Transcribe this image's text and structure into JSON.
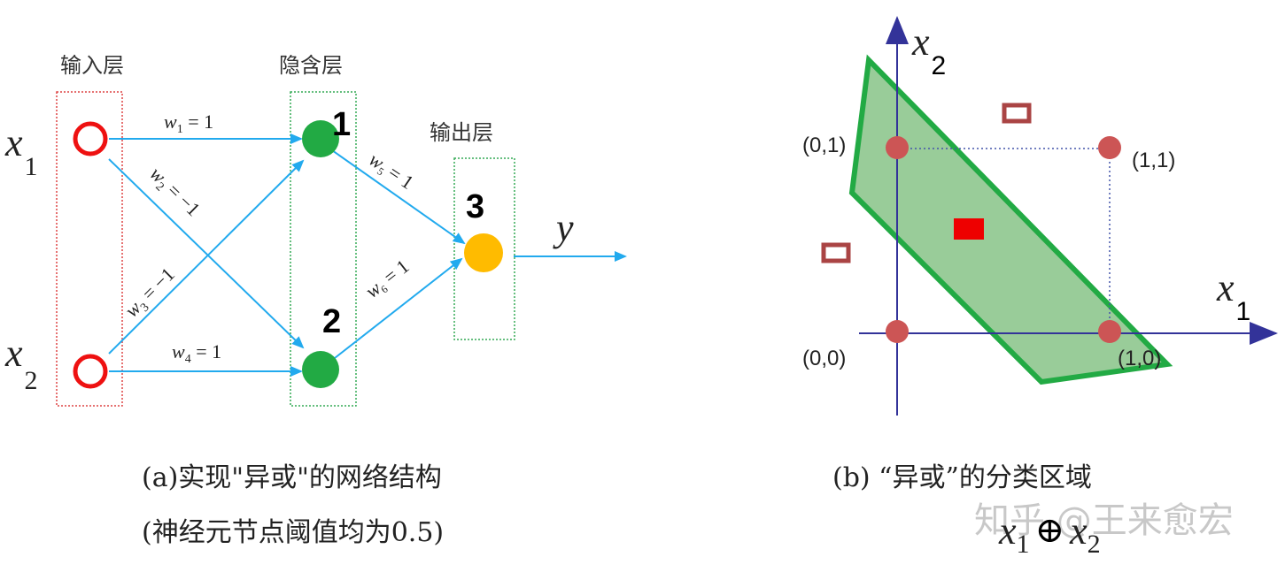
{
  "left": {
    "layers": {
      "input": "输入层",
      "hidden": "隐含层",
      "output": "输出层"
    },
    "inputs": [
      {
        "var": "x",
        "sub": "1"
      },
      {
        "var": "x",
        "sub": "2"
      }
    ],
    "hidden_nums": [
      "1",
      "2"
    ],
    "output_num": "3",
    "output_var": "y",
    "weights": [
      {
        "var": "w",
        "sub": "1",
        "rest": " = 1"
      },
      {
        "var": "w",
        "sub": "2",
        "rest": " = −1"
      },
      {
        "var": "w",
        "sub": "3",
        "rest": " = −1"
      },
      {
        "var": "w",
        "sub": "4",
        "rest": " = 1"
      },
      {
        "var": "w",
        "sub": "5",
        "rest": " = 1"
      },
      {
        "var": "w",
        "sub": "6",
        "rest": " = 1"
      }
    ],
    "caption_line1": "(a)实现\"异或\"的网络结构",
    "caption_line2": "(神经元节点阈值均为0.5)"
  },
  "right": {
    "axis_x": {
      "var": "x",
      "sub": "1"
    },
    "axis_y": {
      "var": "x",
      "sub": "2"
    },
    "points": [
      {
        "label": "(0,0)"
      },
      {
        "label": "(0,1)"
      },
      {
        "label": "(1,1)"
      },
      {
        "label": "(1,0)"
      }
    ],
    "caption": "(b) “异或”的分类区域",
    "formula": {
      "a": "x",
      "a_sub": "1",
      "op": "⊕",
      "b": "x",
      "b_sub": "2"
    }
  },
  "watermark": "知乎 @王来愈宏",
  "colors": {
    "arrow": "#22aaee",
    "input_node": "#ee1111",
    "hidden_node": "#22aa44",
    "output_node": "#ffbb00",
    "region_fill": "#99cc99",
    "region_stroke": "#22aa44",
    "axis": "#333399",
    "point": "#cc5555",
    "class_a": "#ee0000",
    "class_b": "#aa4444"
  }
}
